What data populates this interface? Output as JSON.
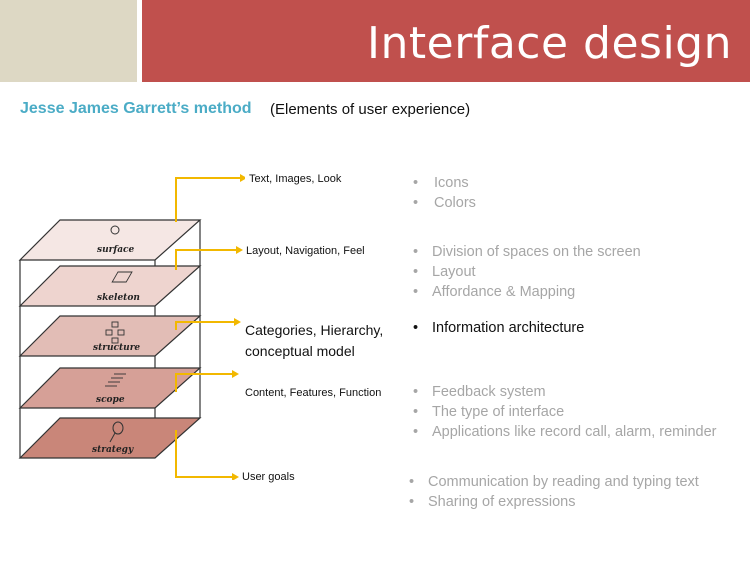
{
  "header": {
    "title": "Interface design"
  },
  "subtitle": "Jesse James Garrett’s method",
  "subnote": "(Elements of user experience)",
  "planes": [
    {
      "label": "surface"
    },
    {
      "label": "skeleton"
    },
    {
      "label": "structure"
    },
    {
      "label": "scope"
    },
    {
      "label": "strategy"
    }
  ],
  "annotations": [
    "Text, Images, Look",
    "Layout, Navigation, Feel",
    "Categories, Hierarchy, conceptual model",
    "Content, Features, Function",
    "User goals"
  ],
  "groups": [
    {
      "items": [
        "Icons",
        "Colors"
      ]
    },
    {
      "items": [
        "Division of spaces on the screen",
        "Layout",
        "Affordance & Mapping"
      ]
    },
    {
      "items": [
        "Information architecture"
      ]
    },
    {
      "items": [
        "Feedback system",
        "The type of interface",
        "Applications like record call, alarm, reminder"
      ]
    },
    {
      "items": [
        "Communication by reading and typing  text",
        "Sharing of expressions"
      ]
    }
  ],
  "colors": {
    "accent": "#c0504d",
    "header_left": "#ddd8c4",
    "subtitle": "#4bacc6",
    "arrow": "#f2b800",
    "muted_text": "#a6a6a6"
  }
}
